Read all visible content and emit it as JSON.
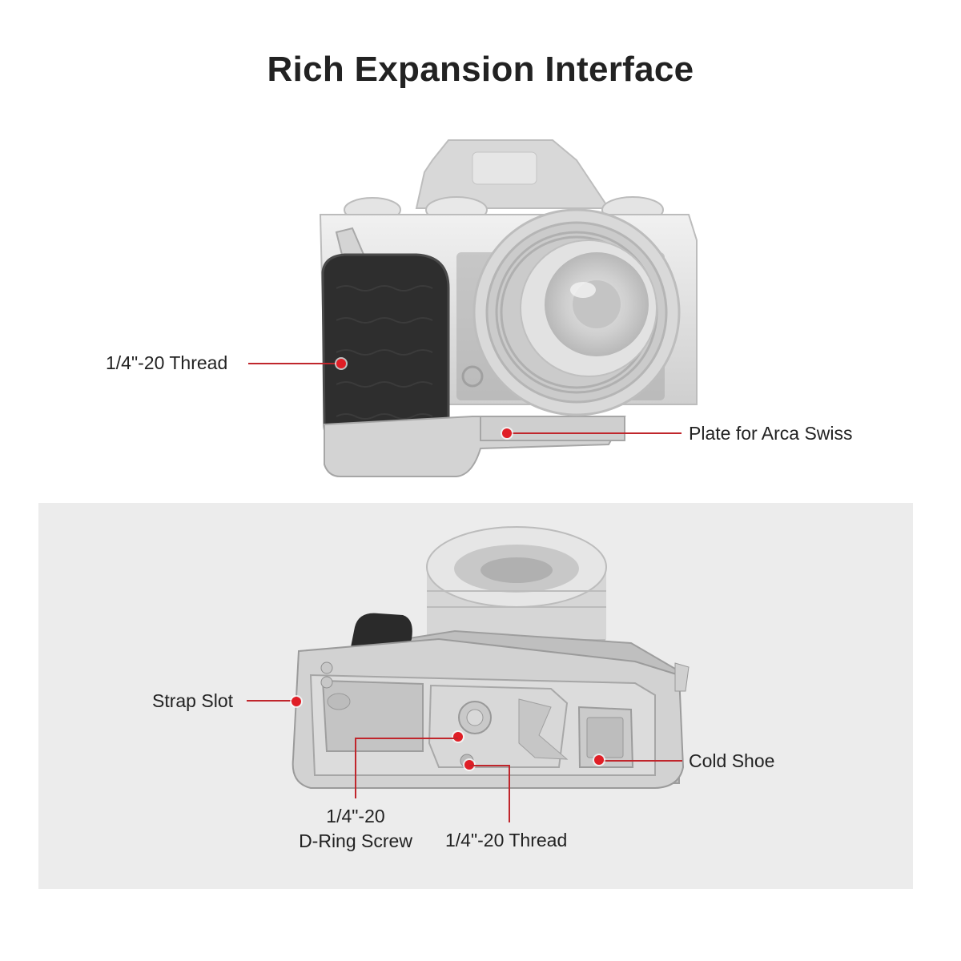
{
  "title": "Rich Expansion Interface",
  "accent_color": "#e01e26",
  "top_view": {
    "callouts": [
      {
        "label": "1/4\"-20 Thread"
      },
      {
        "label": "Plate for Arca Swiss"
      }
    ]
  },
  "bottom_view": {
    "callouts": [
      {
        "label": "Strap Slot"
      },
      {
        "label": "Cold Shoe"
      },
      {
        "line1": "1/4\"-20",
        "line2": "D-Ring Screw"
      },
      {
        "label": "1/4\"-20 Thread"
      }
    ]
  }
}
